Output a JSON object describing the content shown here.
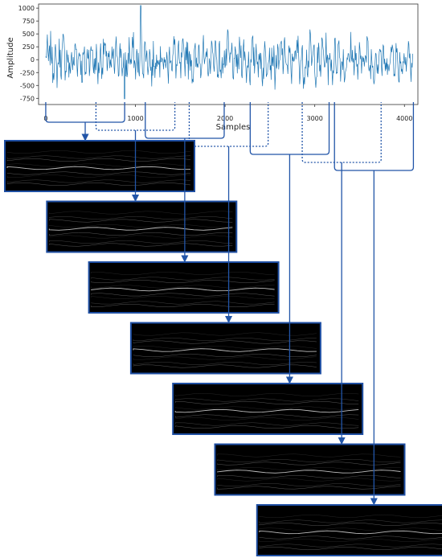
{
  "chart_data": {
    "type": "line",
    "title": "",
    "xlabel": "Samples",
    "ylabel": "Amplitude",
    "xlim": [
      -80,
      4150
    ],
    "ylim": [
      -870,
      1080
    ],
    "x_ticks": [
      0,
      1000,
      2000,
      3000,
      4000
    ],
    "y_ticks": [
      -750,
      -500,
      -250,
      0,
      250,
      500,
      750,
      1000
    ],
    "series": [
      {
        "color": "#1f77b4",
        "length": 4096,
        "min": -760,
        "max": 1050
      }
    ],
    "grid": false,
    "legend": "none"
  },
  "windows": [
    {
      "start": 0,
      "end": 880
    },
    {
      "start": 560,
      "end": 1440
    },
    {
      "start": 1110,
      "end": 1990
    },
    {
      "start": 1600,
      "end": 2480
    },
    {
      "start": 2280,
      "end": 3160
    },
    {
      "start": 2860,
      "end": 3740
    },
    {
      "start": 3220,
      "end": 4100
    }
  ],
  "spectrogram_panels": 7,
  "colors": {
    "signal": "#1f77b4",
    "connector": "#2255a8",
    "panel_border": "#1f4fa3"
  }
}
